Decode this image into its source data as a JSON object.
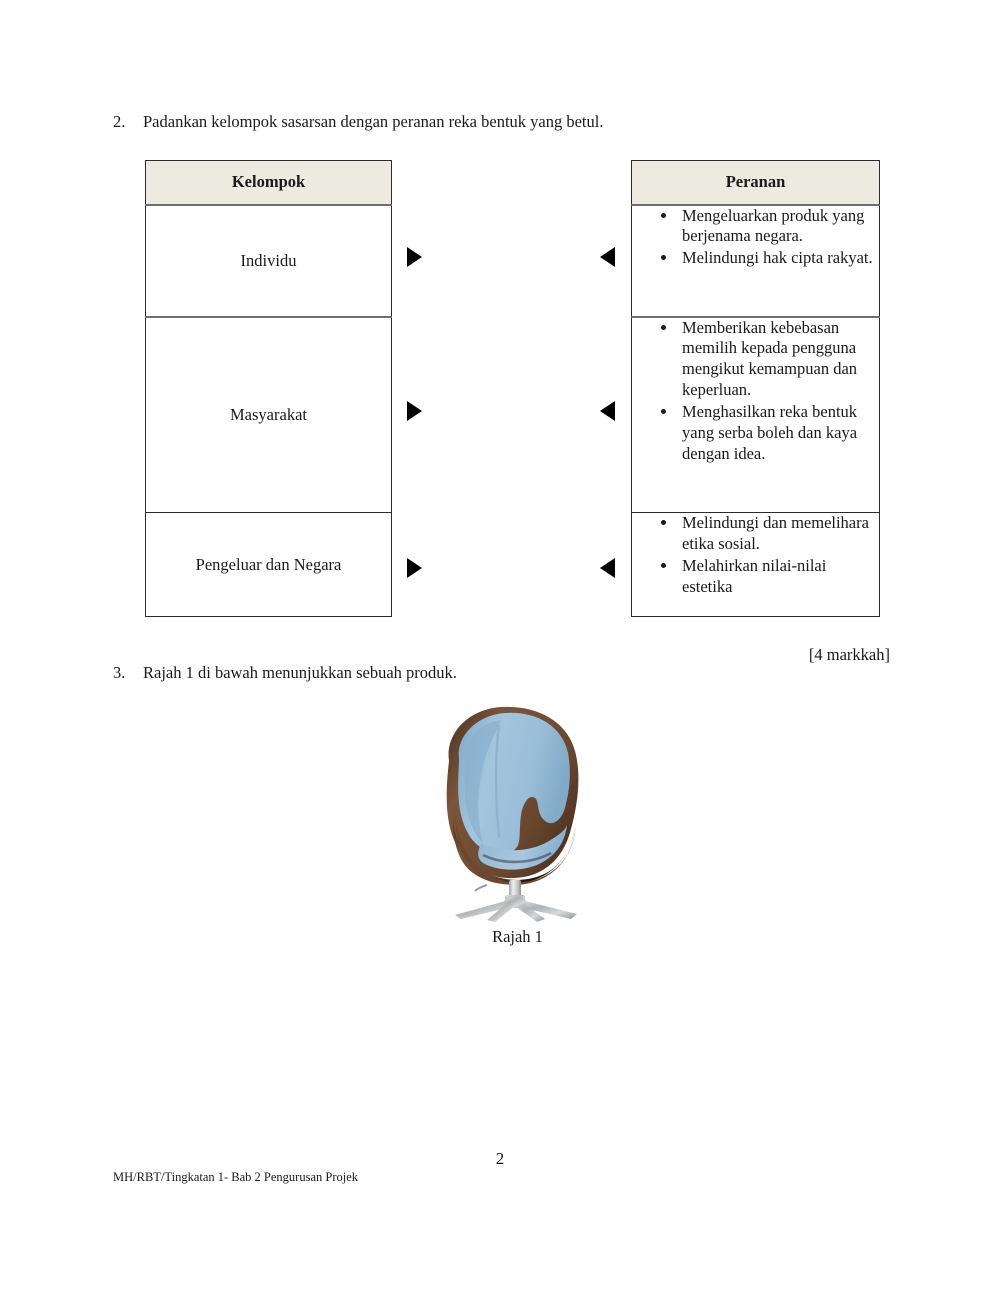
{
  "question2": {
    "number": "2.",
    "text": "Padankan kelompok sasarsan dengan peranan reka bentuk yang betul.",
    "left_header": "Kelompok",
    "right_header": "Peranan",
    "left_items": [
      "Individu",
      "Masyarakat",
      "Pengeluar dan Negara"
    ],
    "right_items": [
      [
        "Mengeluarkan produk yang berjenama negara.",
        "Melindungi hak cipta rakyat."
      ],
      [
        "Memberikan kebebasan memilih kepada pengguna mengikut kemampuan dan keperluan.",
        "Menghasilkan reka bentuk yang serba boleh dan kaya dengan idea."
      ],
      [
        "Melindungi dan memelihara etika sosial.",
        "Melahirkan nilai-nilai estetika"
      ]
    ],
    "marks": "[4 markkah]"
  },
  "question3": {
    "number": "3.",
    "text": "Rajah 1 di bawah menunjukkan sebuah produk.",
    "figure_caption": "Rajah 1",
    "figure_alt": "egg-chair-product-photo"
  },
  "footer": {
    "page_number": "2",
    "note": "MH/RBT/Tingkatan 1- Bab 2 Pengurusan Projek"
  },
  "colors": {
    "header_fill": "#edeae0",
    "border": "#2b2b2b",
    "divider": "#6e6e6e",
    "chair_upholstery": "#9dc0da",
    "chair_upholstery_dark": "#7ba3c2",
    "chair_shell": "#6b4830",
    "chair_shell_dark": "#4e3322",
    "chair_base": "#b9bcbe",
    "text": "#1a1a1a"
  }
}
